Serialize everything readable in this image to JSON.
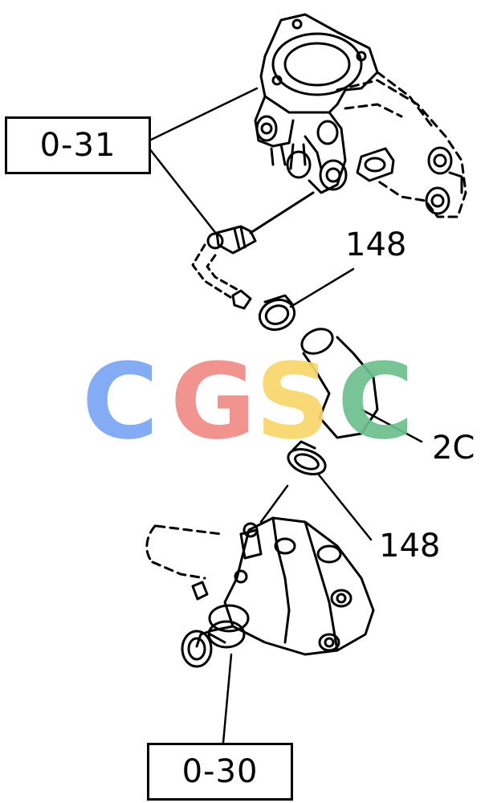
{
  "callouts": {
    "box_top": "0-31",
    "box_bottom": "0-30",
    "clamp_top": "148",
    "clamp_bottom": "148",
    "hose": "2C"
  },
  "watermark": {
    "letters": [
      "C",
      "G",
      "S",
      "C"
    ],
    "colors": [
      "#7aa6f5",
      "#f08a85",
      "#f8d66a",
      "#6dc08e"
    ]
  }
}
